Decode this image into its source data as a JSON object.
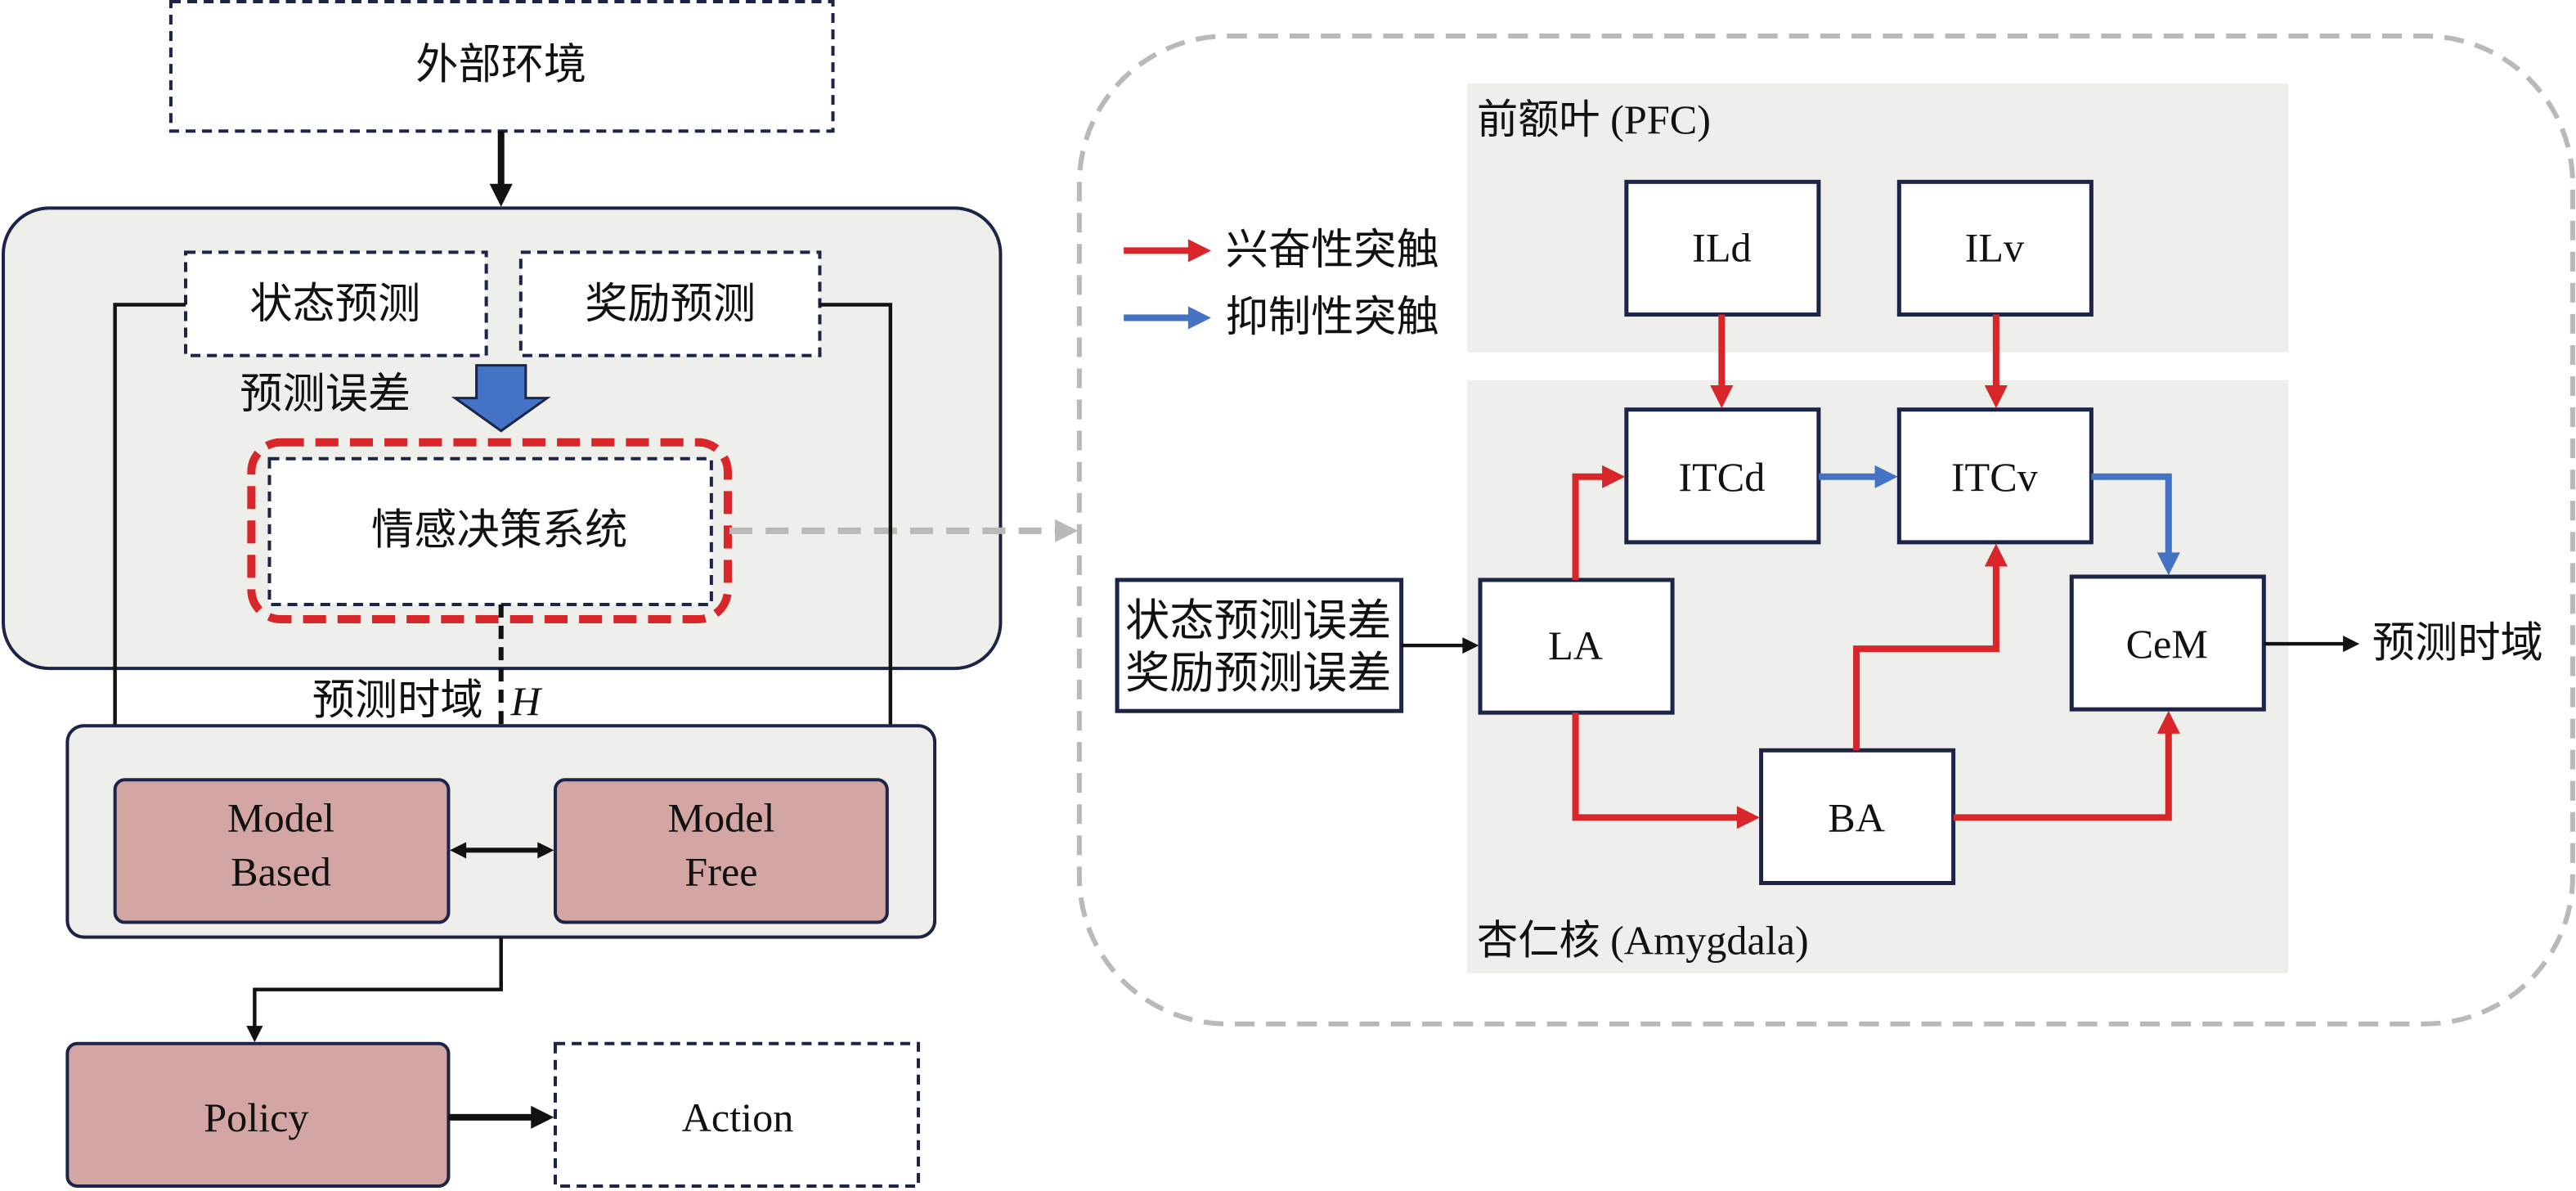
{
  "left": {
    "environment": "外部环境",
    "state_prediction": "状态预测",
    "reward_prediction": "奖励预测",
    "prediction_error": "预测误差",
    "decision_system": "情感决策系统",
    "horizon_label": "预测时域",
    "horizon_symbol": "H",
    "model_based": [
      "Model",
      "Based"
    ],
    "model_free": [
      "Model",
      "Free"
    ],
    "policy": "Policy",
    "action": "Action"
  },
  "right": {
    "legend": {
      "excitatory": "兴奋性突触",
      "inhibitory": "抑制性突触"
    },
    "pfc_label": "前额叶 (PFC)",
    "amygdala_label": "杏仁核 (Amygdala)",
    "input_lines": [
      "状态预测误差",
      "奖励预测误差"
    ],
    "output_label": "预测时域",
    "nodes": {
      "ILd": "ILd",
      "ILv": "ILv",
      "ITCd": "ITCd",
      "ITCv": "ITCv",
      "LA": "LA",
      "BA": "BA",
      "CeM": "CeM"
    }
  },
  "colors": {
    "excitatory": "#d9262a",
    "inhibitory": "#4472c4",
    "outline": "#1c2547",
    "model_fill": "#d3a6a4",
    "panel_fill": "#eeefeb",
    "callout_gray": "#b9b9b9"
  }
}
